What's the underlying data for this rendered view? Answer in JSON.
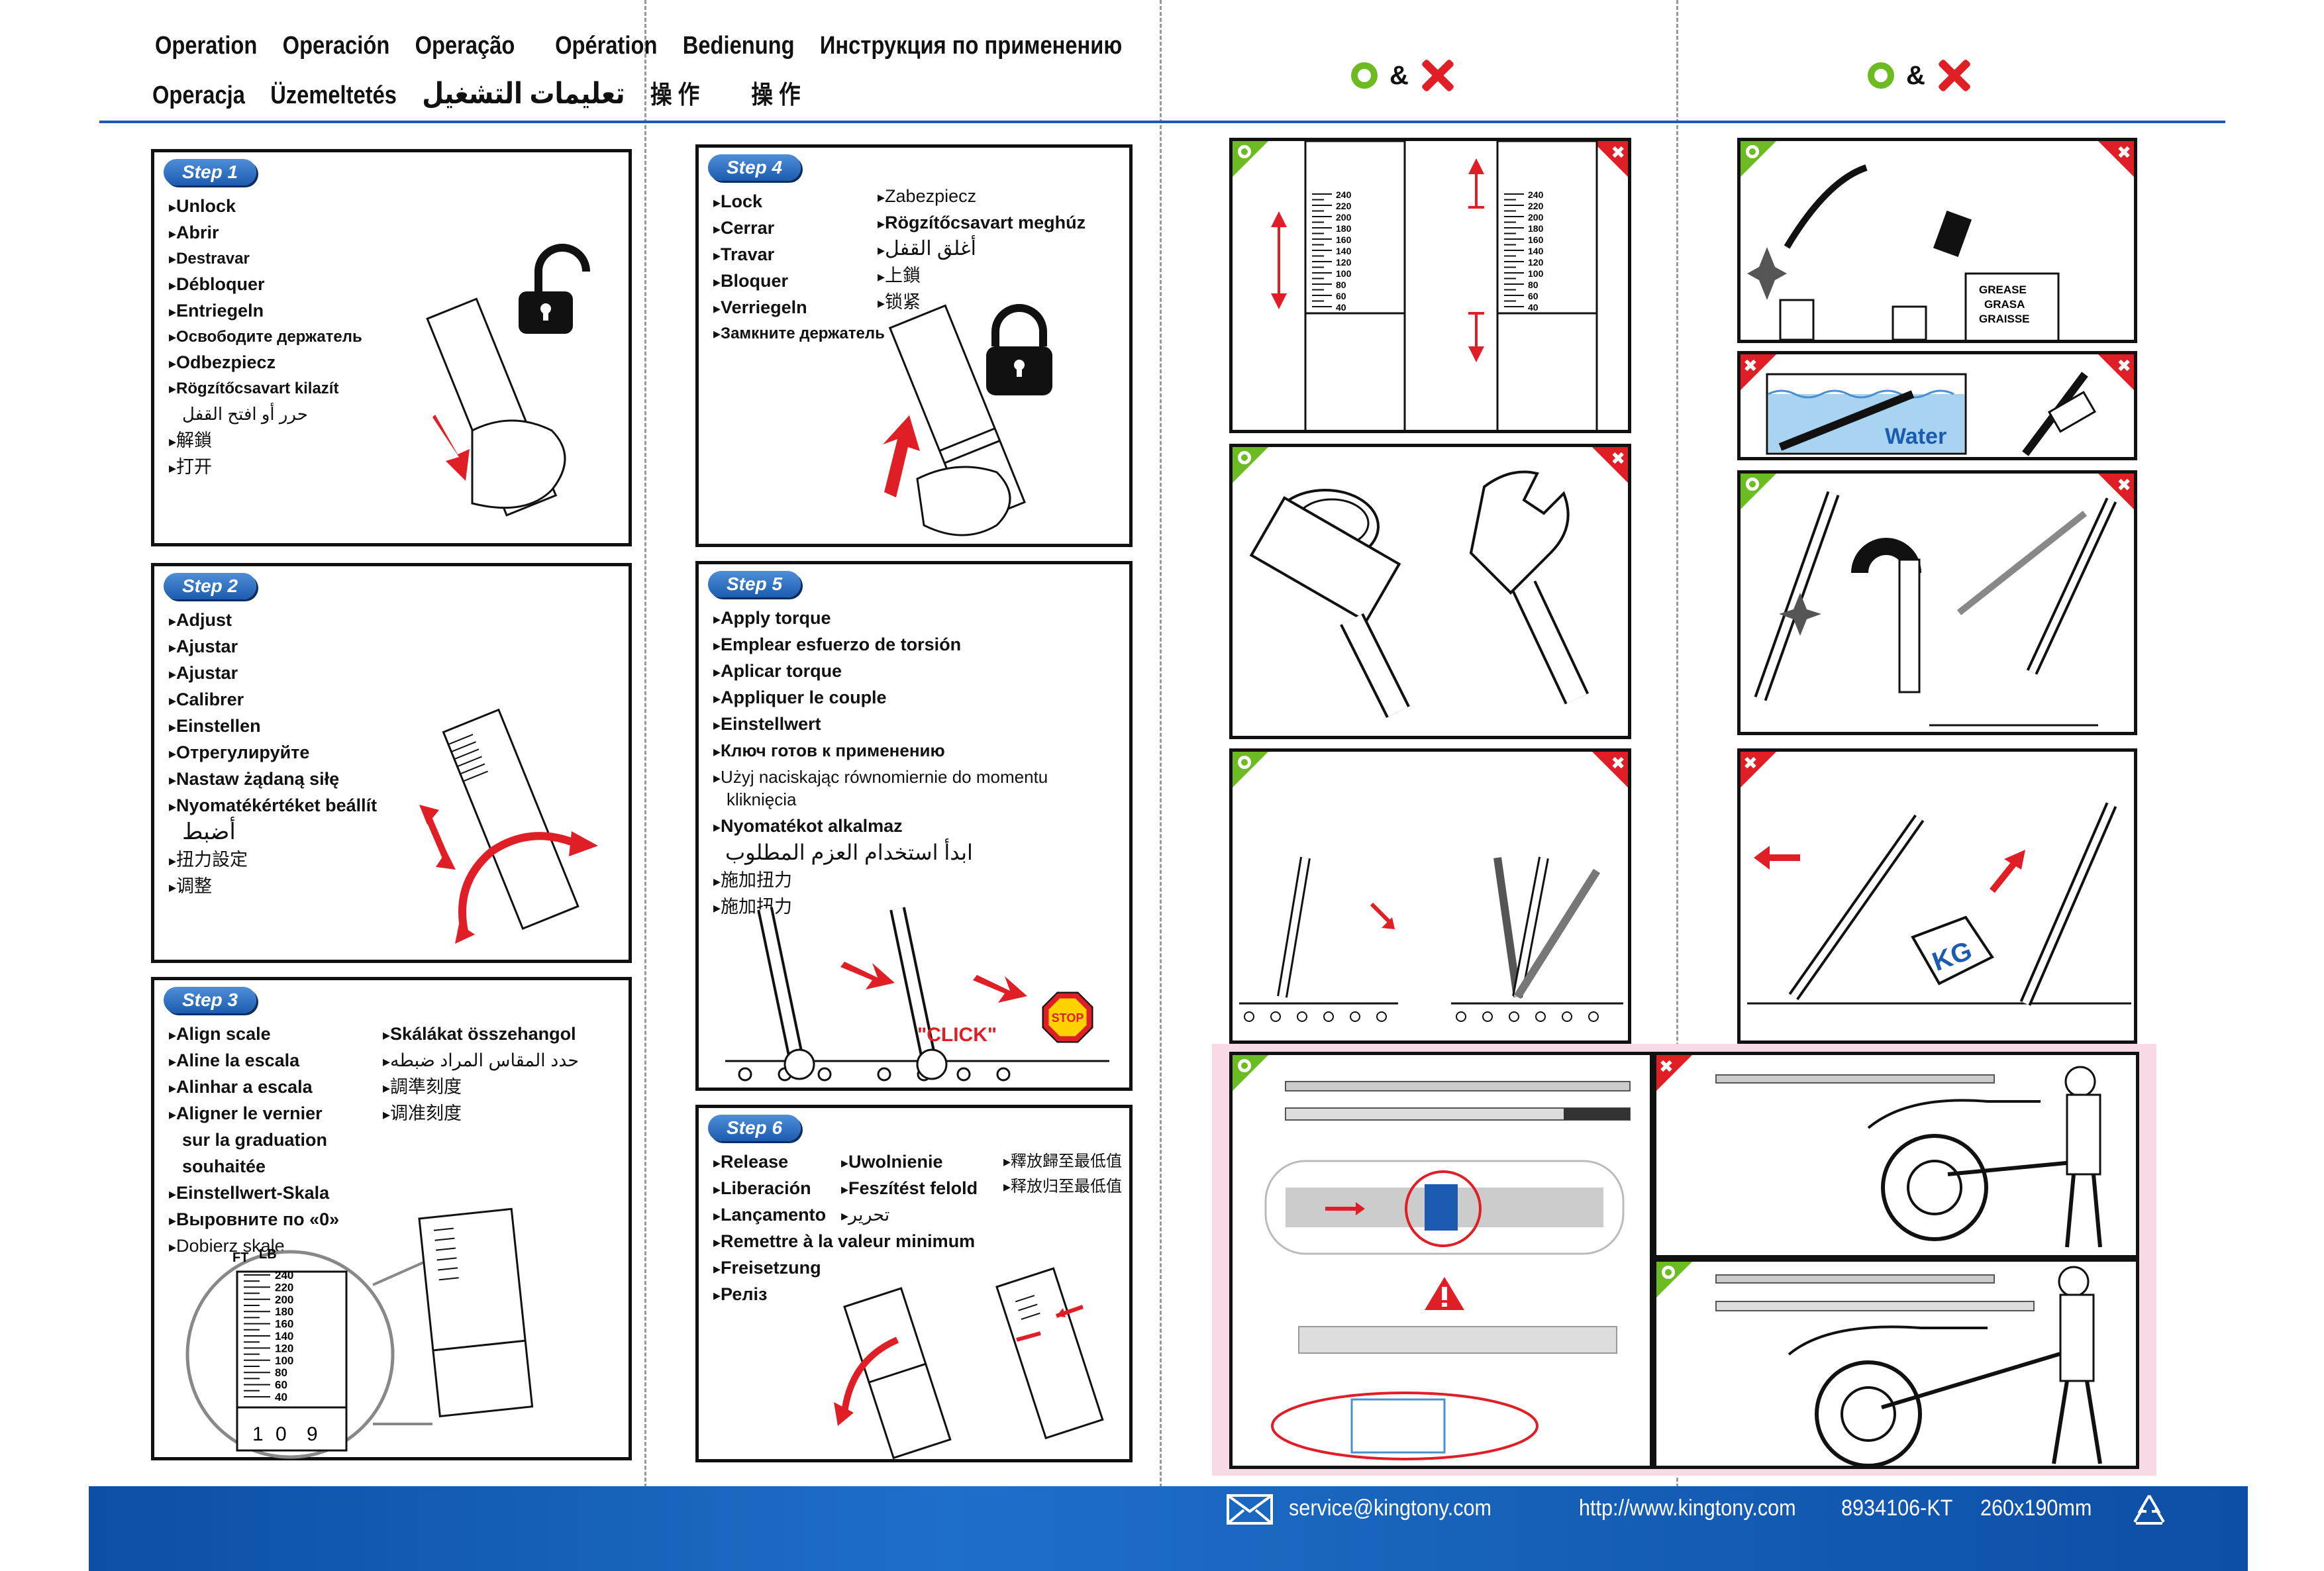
{
  "header": {
    "row1": [
      "Operation",
      "Operación",
      "Operação",
      "Opération",
      "Bedienung",
      "Инструкция по применению"
    ],
    "row2": [
      "Operacja",
      "Üzemeltetés",
      "تعليمات التشغيل",
      "操 作",
      "操 作"
    ]
  },
  "legend": {
    "amp": "&"
  },
  "step1": {
    "label": "Step 1",
    "items": [
      "Unlock",
      "Abrir",
      "Destravar",
      "Débloquer",
      "Entriegeln",
      "Освободите держатель",
      "Odbezpiecz",
      "Rögzítőcsavart kilazít",
      "حرر أو افتح القفل",
      "解鎖",
      "打开"
    ]
  },
  "step2": {
    "label": "Step 2",
    "items": [
      "Adjust",
      "Ajustar",
      "Ajustar",
      "Calibrer",
      "Einstellen",
      "Отрегулируйте",
      "Nastaw żądaną siłę",
      "Nyomatékértéket beállít",
      "أضبط",
      "扭力設定",
      "调整"
    ]
  },
  "step3": {
    "label": "Step 3",
    "col1": [
      "Align scale",
      "Aline la escala",
      "Alinhar a escala",
      "Aligner le vernier",
      "sur la graduation",
      "souhaitée",
      "Einstellwert-Skala",
      "Выровните по «0»",
      "Dobierz skalę"
    ],
    "col2": [
      "Skálákat összehangol",
      "حدد المقاس المراد ضبطه",
      "調準刻度",
      "调准刻度"
    ],
    "scale_ft": "FT",
    "scale_lb": "LB",
    "scale_values": [
      "240",
      "220",
      "200",
      "180",
      "160",
      "140",
      "120",
      "100",
      "80",
      "60",
      "40"
    ],
    "dial_values": [
      "1",
      "0",
      "9"
    ]
  },
  "step4": {
    "label": "Step 4",
    "col1": [
      "Lock",
      "Cerrar",
      "Travar",
      "Bloquer",
      "Verriegeln",
      "Замкните держатель"
    ],
    "col2": [
      "Zabezpiecz",
      "Rögzítőcsavart meghúz",
      "أغلق القفل",
      "上鎖",
      "锁紧"
    ]
  },
  "step5": {
    "label": "Step 5",
    "items": [
      "Apply torque",
      "Emplear esfuerzo de torsión",
      "Aplicar torque",
      "Appliquer le couple",
      "Einstellwert",
      "Ключ готов к применению",
      "Użyj naciskając równomiernie do momentu",
      "kliknięcia",
      "Nyomatékot alkalmaz",
      "ابدأ استخدام العزم المطلوب",
      "施加扭力",
      "施加扭力"
    ],
    "click_text": "\"CLICK\"",
    "stop_text": "STOP"
  },
  "step6": {
    "label": "Step 6",
    "col1": [
      "Release",
      "Liberación",
      "Lançamento",
      "Remettre à la valeur minimum",
      "Freisetzung",
      "Реліз"
    ],
    "col2": [
      "Uwolnienie",
      "Feszítést felold",
      "تحرير"
    ],
    "col3": [
      "釋放歸至最低值",
      "释放归至最低值"
    ]
  },
  "illustrations": {
    "scale_values": [
      "240",
      "220",
      "200",
      "180",
      "160",
      "140",
      "120",
      "100",
      "80",
      "60",
      "40"
    ],
    "grease_label": [
      "GREASE",
      "GRASA",
      "GRAISSE"
    ],
    "water_label": "Water",
    "kg_label": "KG"
  },
  "footer": {
    "email": "service@kingtony.com",
    "url": "http://www.kingtony.com",
    "code": "8934106-KT",
    "size": "260x190mm"
  },
  "colors": {
    "ok": "#6dbb22",
    "bad": "#e01e26",
    "brand": "#1b5cb0",
    "pink": "#f6dbe7"
  }
}
